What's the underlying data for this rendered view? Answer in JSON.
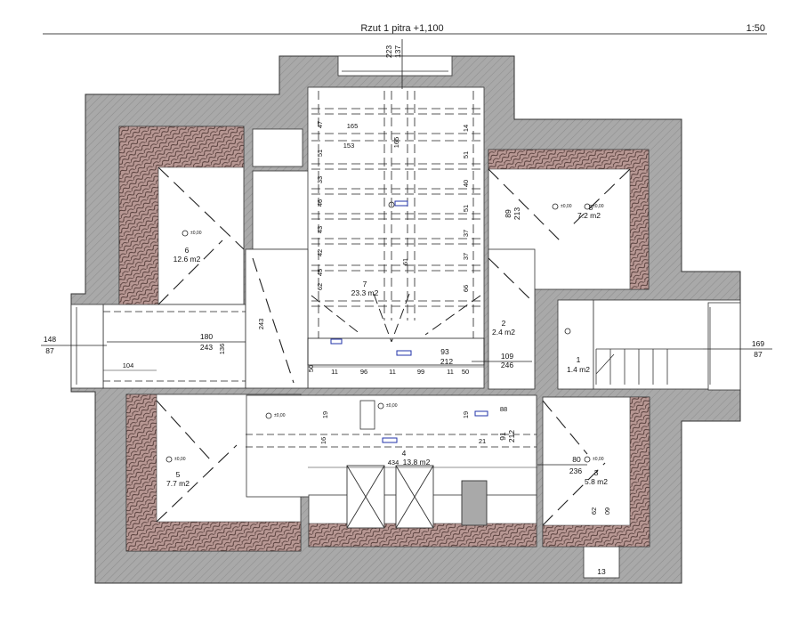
{
  "header": {
    "title": "Rzut 1 pitra +1,100",
    "scale": "1:50"
  },
  "rooms": [
    {
      "num": "1",
      "area": "1.4 m2"
    },
    {
      "num": "2",
      "area": "2.4 m2"
    },
    {
      "num": "3",
      "area": "5.8 m2"
    },
    {
      "num": "4",
      "area": "13.8 m2"
    },
    {
      "num": "5",
      "area": "7.7 m2"
    },
    {
      "num": "6",
      "area": "12.6 m2"
    },
    {
      "num": "7",
      "area": "23.3 m2"
    },
    {
      "num": "8",
      "area": "7.2 m2"
    }
  ],
  "openings": {
    "top": [
      "223",
      "137"
    ],
    "left": [
      "148",
      "87"
    ],
    "right": [
      "169",
      "87"
    ],
    "corridor": [
      "180",
      "243"
    ],
    "room2": [
      "109",
      "246"
    ],
    "room7": [
      "93",
      "212"
    ],
    "room3": [
      "80",
      "236"
    ],
    "room4": [
      "91",
      "212"
    ],
    "room8": [
      "89",
      "213"
    ]
  },
  "dims": {
    "corridor_w": "104",
    "corridor_side": "136",
    "stair_len": "243",
    "r7_bottom": [
      "11",
      "96",
      "11",
      "99",
      "11",
      "50"
    ],
    "r7_left": "50",
    "r7_top": [
      "165",
      "153"
    ],
    "r7_center": "165",
    "r7_mid": "61",
    "r7_right": [
      "14",
      "51",
      "40",
      "51",
      "37",
      "37",
      "66"
    ],
    "r7_left_col": [
      "47",
      "51",
      "33",
      "46",
      "43",
      "42",
      "45",
      "62"
    ],
    "r4_total": "434",
    "r4_a": "19",
    "r4_b": "19",
    "r4_c": "88",
    "r4_d": "21",
    "r4_e": "16",
    "r3_bottom": [
      "62",
      "60"
    ],
    "bottom_box": "13",
    "level_marks": "±0,00"
  }
}
